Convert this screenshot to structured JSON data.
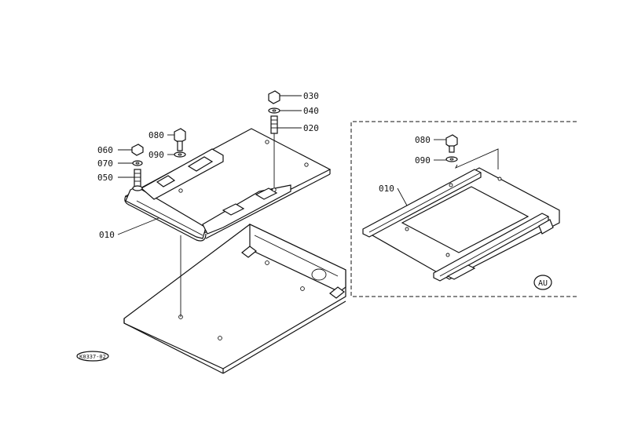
{
  "main_labels": {
    "p030": "030",
    "p040": "040",
    "p020": "020",
    "p080": "080",
    "p090": "090",
    "p060": "060",
    "p070": "070",
    "p050": "050",
    "p010": "010"
  },
  "inset_labels": {
    "p080": "080",
    "p090": "090",
    "p010": "010",
    "variant": "AU"
  },
  "figure_code": "K0337-02"
}
